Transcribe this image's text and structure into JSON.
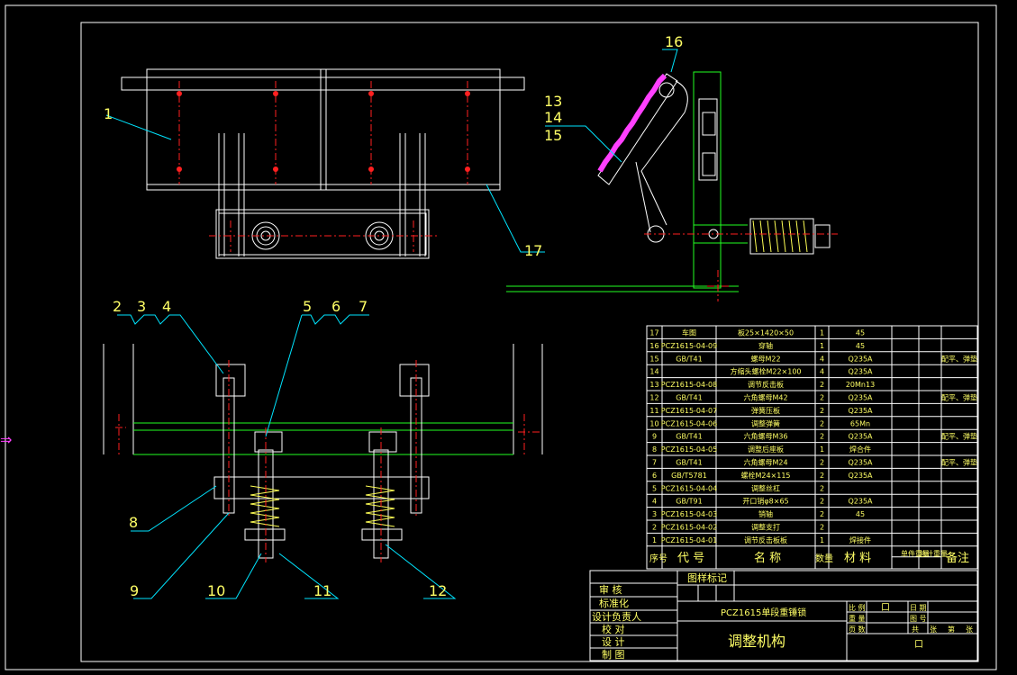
{
  "drawing": {
    "title_main": "调整机构",
    "title_sub": "PCZ1615单段重锤锁",
    "colors": {
      "background": "#000000",
      "line_white": "#ffffff",
      "leader_cyan": "#00e5ff",
      "center_red": "#ff2020",
      "frame_green": "#22ff22",
      "hatch_magenta": "#ff40ff",
      "label_yellow": "#ffff55",
      "text_label": "#ffff66"
    },
    "leader_labels": {
      "l1": "1",
      "l2": "2",
      "l3": "3",
      "l4": "4",
      "l5": "5",
      "l6": "6",
      "l7": "7",
      "l8": "8",
      "l9": "9",
      "l10": "10",
      "l11": "11",
      "l12": "12",
      "l13": "13",
      "l14": "14",
      "l15": "15",
      "l16": "16",
      "l17": "17"
    },
    "bom": {
      "rows": [
        {
          "no": "17",
          "code": "车图",
          "name": "板25×1420×50",
          "qty": "1",
          "material": "45",
          "note": ""
        },
        {
          "no": "16",
          "code": "PCZ1615-04-09",
          "name": "穿轴",
          "qty": "1",
          "material": "45",
          "note": ""
        },
        {
          "no": "15",
          "code": "GB/T41",
          "name": "螺母M22",
          "qty": "4",
          "material": "Q235A",
          "note": "配平、弹垫"
        },
        {
          "no": "14",
          "code": "",
          "name": "方缩头螺栓M22×100",
          "qty": "4",
          "material": "Q235A",
          "note": ""
        },
        {
          "no": "13",
          "code": "PCZ1615-04-08",
          "name": "调节反击板",
          "qty": "2",
          "material": "20Mn13",
          "note": ""
        },
        {
          "no": "12",
          "code": "GB/T41",
          "name": "六角螺母M42",
          "qty": "2",
          "material": "Q235A",
          "note": "配平、弹垫"
        },
        {
          "no": "11",
          "code": "PCZ1615-04-07",
          "name": "弹簧压板",
          "qty": "2",
          "material": "Q235A",
          "note": ""
        },
        {
          "no": "10",
          "code": "PCZ1615-04-06",
          "name": "调整弹簧",
          "qty": "2",
          "material": "65Mn",
          "note": ""
        },
        {
          "no": "9",
          "code": "GB/T41",
          "name": "六角螺母M36",
          "qty": "2",
          "material": "Q235A",
          "note": "配平、弹垫"
        },
        {
          "no": "8",
          "code": "PCZ1615-04-05",
          "name": "调整后座板",
          "qty": "1",
          "material": "焊合件",
          "note": ""
        },
        {
          "no": "7",
          "code": "GB/T41",
          "name": "六角螺母M24",
          "qty": "2",
          "material": "Q235A",
          "note": "配平、弹垫"
        },
        {
          "no": "6",
          "code": "GB/T5781",
          "name": "螺栓M24×115",
          "qty": "2",
          "material": "Q235A",
          "note": ""
        },
        {
          "no": "5",
          "code": "PCZ1615-04-04",
          "name": "调整丝杠",
          "qty": "2",
          "material": "",
          "note": ""
        },
        {
          "no": "4",
          "code": "GB/T91",
          "name": "开口销φ8×65",
          "qty": "2",
          "material": "Q235A",
          "note": ""
        },
        {
          "no": "3",
          "code": "PCZ1615-04-03",
          "name": "销轴",
          "qty": "2",
          "material": "45",
          "note": ""
        },
        {
          "no": "2",
          "code": "PCZ1615-04-02",
          "name": "调整支打",
          "qty": "2",
          "material": "",
          "note": ""
        },
        {
          "no": "1",
          "code": "PCZ1615-04-01",
          "name": "调节反击板板",
          "qty": "1",
          "material": "焊接件",
          "note": ""
        }
      ],
      "header": {
        "no": "序号",
        "code": "代  号",
        "name": "名  称",
        "qty": "数量",
        "material": "材  料",
        "unit_weight": "单件重量",
        "total_weight": "总计重量",
        "note": "备注"
      }
    },
    "title_block": {
      "left_rows": [
        "审 核",
        "标准化",
        "设计负责人",
        "校 对",
        "设 计",
        "制 图"
      ],
      "mark_header": "图样标记",
      "right_labels": {
        "ratio": "比 例",
        "ratio_val": "口",
        "date": "日 期",
        "weight": "重 量",
        "serial": "图 号",
        "scale": "页 数",
        "share": "共",
        "page": "张",
        "sheet": "第",
        "sheet_end": "张",
        "page_mark": "口"
      }
    },
    "side_marker": "⇒"
  }
}
